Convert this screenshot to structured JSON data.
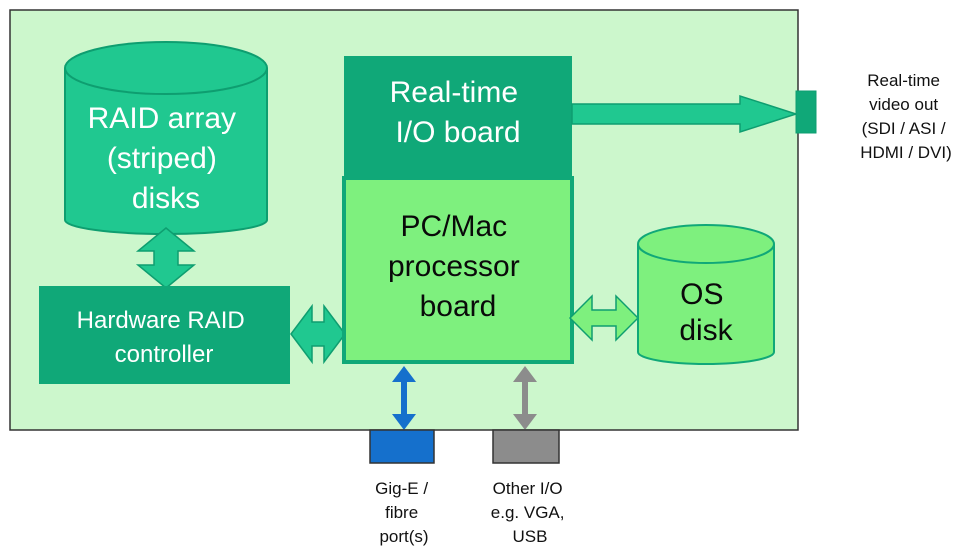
{
  "raid_array": {
    "lines": [
      "RAID array",
      "(striped)",
      "disks"
    ]
  },
  "raid_controller": {
    "lines": [
      "Hardware RAID",
      "controller"
    ]
  },
  "io_board": {
    "lines": [
      "Real-time",
      "I/O board"
    ]
  },
  "processor_board": {
    "lines": [
      "PC/Mac",
      "processor",
      "board"
    ]
  },
  "os_disk": {
    "lines": [
      "OS",
      "disk"
    ]
  },
  "video_out": {
    "lines": [
      "Real-time",
      "video out",
      "(SDI / ASI /",
      "HDMI / DVI)"
    ]
  },
  "gige_port": {
    "lines": [
      "Gig-E /",
      "fibre",
      "port(s)"
    ]
  },
  "other_io": {
    "lines": [
      "Other I/O",
      "e.g. VGA,",
      "USB"
    ]
  },
  "colors": {
    "board_bg": "#ccf7cc",
    "dark_green": "#10a878",
    "mid_green": "#20c890",
    "light_green": "#7ef07e",
    "outline": "#333333",
    "blue_port": "#1570cc",
    "gray_port": "#8c8c8c"
  }
}
